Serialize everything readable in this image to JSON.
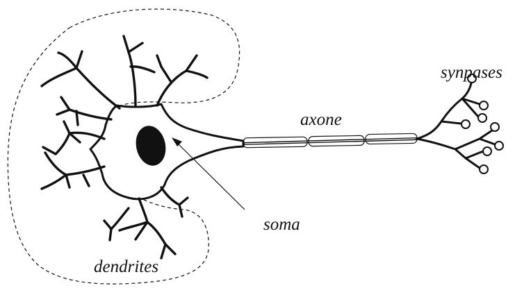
{
  "labels": {
    "synapses": "synpases",
    "axon": "axone",
    "soma": "soma",
    "dendrites": "dendrites"
  },
  "colors": {
    "ink": "#111111",
    "background": "#ffffff"
  }
}
